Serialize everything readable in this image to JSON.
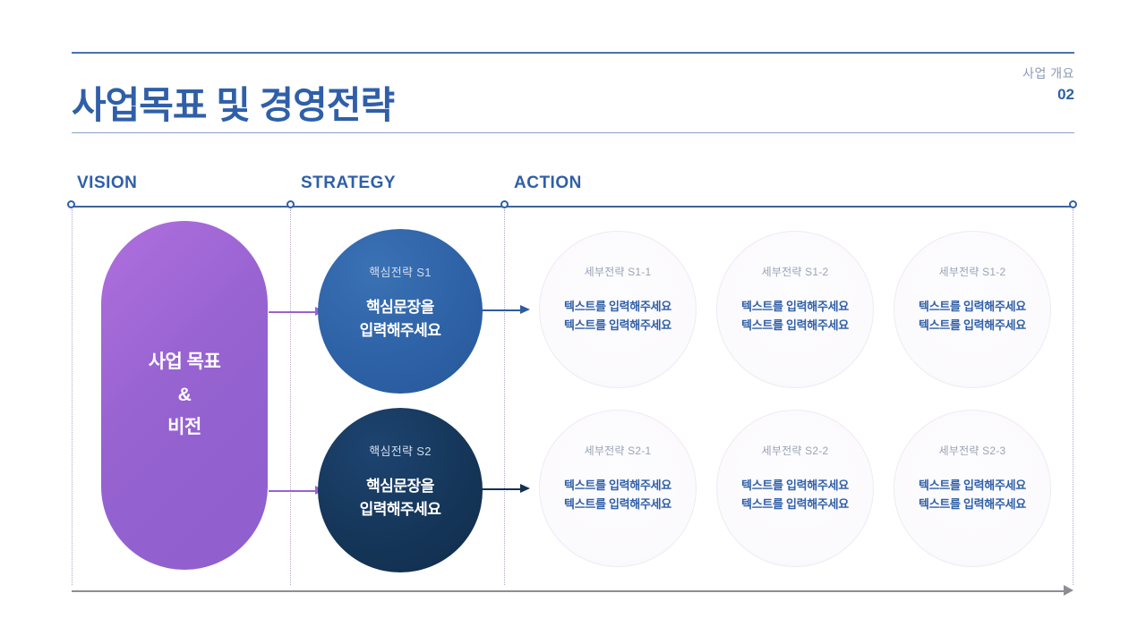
{
  "header": {
    "title": "사업목표 및 경영전략",
    "section_name": "사업 개요",
    "section_number": "02"
  },
  "columns": {
    "vision_label": "VISION",
    "strategy_label": "STRATEGY",
    "action_label": "ACTION"
  },
  "vision": {
    "line1": "사업 목표",
    "line2": "&",
    "line3": "비전"
  },
  "strategies": [
    {
      "tag": "핵심전략 S1",
      "headline_line1": "핵심문장을",
      "headline_line2": "입력해주세요",
      "color": "#2d62a5"
    },
    {
      "tag": "핵심전략 S2",
      "headline_line1": "핵심문장을",
      "headline_line2": "입력해주세요",
      "color": "#143358"
    }
  ],
  "actions": [
    {
      "tag": "세부전략 S1-1",
      "line1": "텍스트를 입력해주세요",
      "line2": "텍스트를 입력해주세요"
    },
    {
      "tag": "세부전략 S1-2",
      "line1": "텍스트를 입력해주세요",
      "line2": "텍스트를 입력해주세요"
    },
    {
      "tag": "세부전략 S1-2",
      "line1": "텍스트를 입력해주세요",
      "line2": "텍스트를 입력해주세요"
    },
    {
      "tag": "세부전략 S2-1",
      "line1": "텍스트를 입력해주세요",
      "line2": "텍스트를 입력해주세요"
    },
    {
      "tag": "세부전략 S2-2",
      "line1": "텍스트를 입력해주세요",
      "line2": "텍스트를 입력해주세요"
    },
    {
      "tag": "세부전략 S2-3",
      "line1": "텍스트를 입력해주세요",
      "line2": "텍스트를 입력해주세요"
    }
  ],
  "theme": {
    "accent_blue": "#2f5fa8",
    "purple": "#9a62cf",
    "navy": "#143358",
    "muted_gray": "#8d9ab3",
    "axis_gray": "#8d8d93"
  }
}
